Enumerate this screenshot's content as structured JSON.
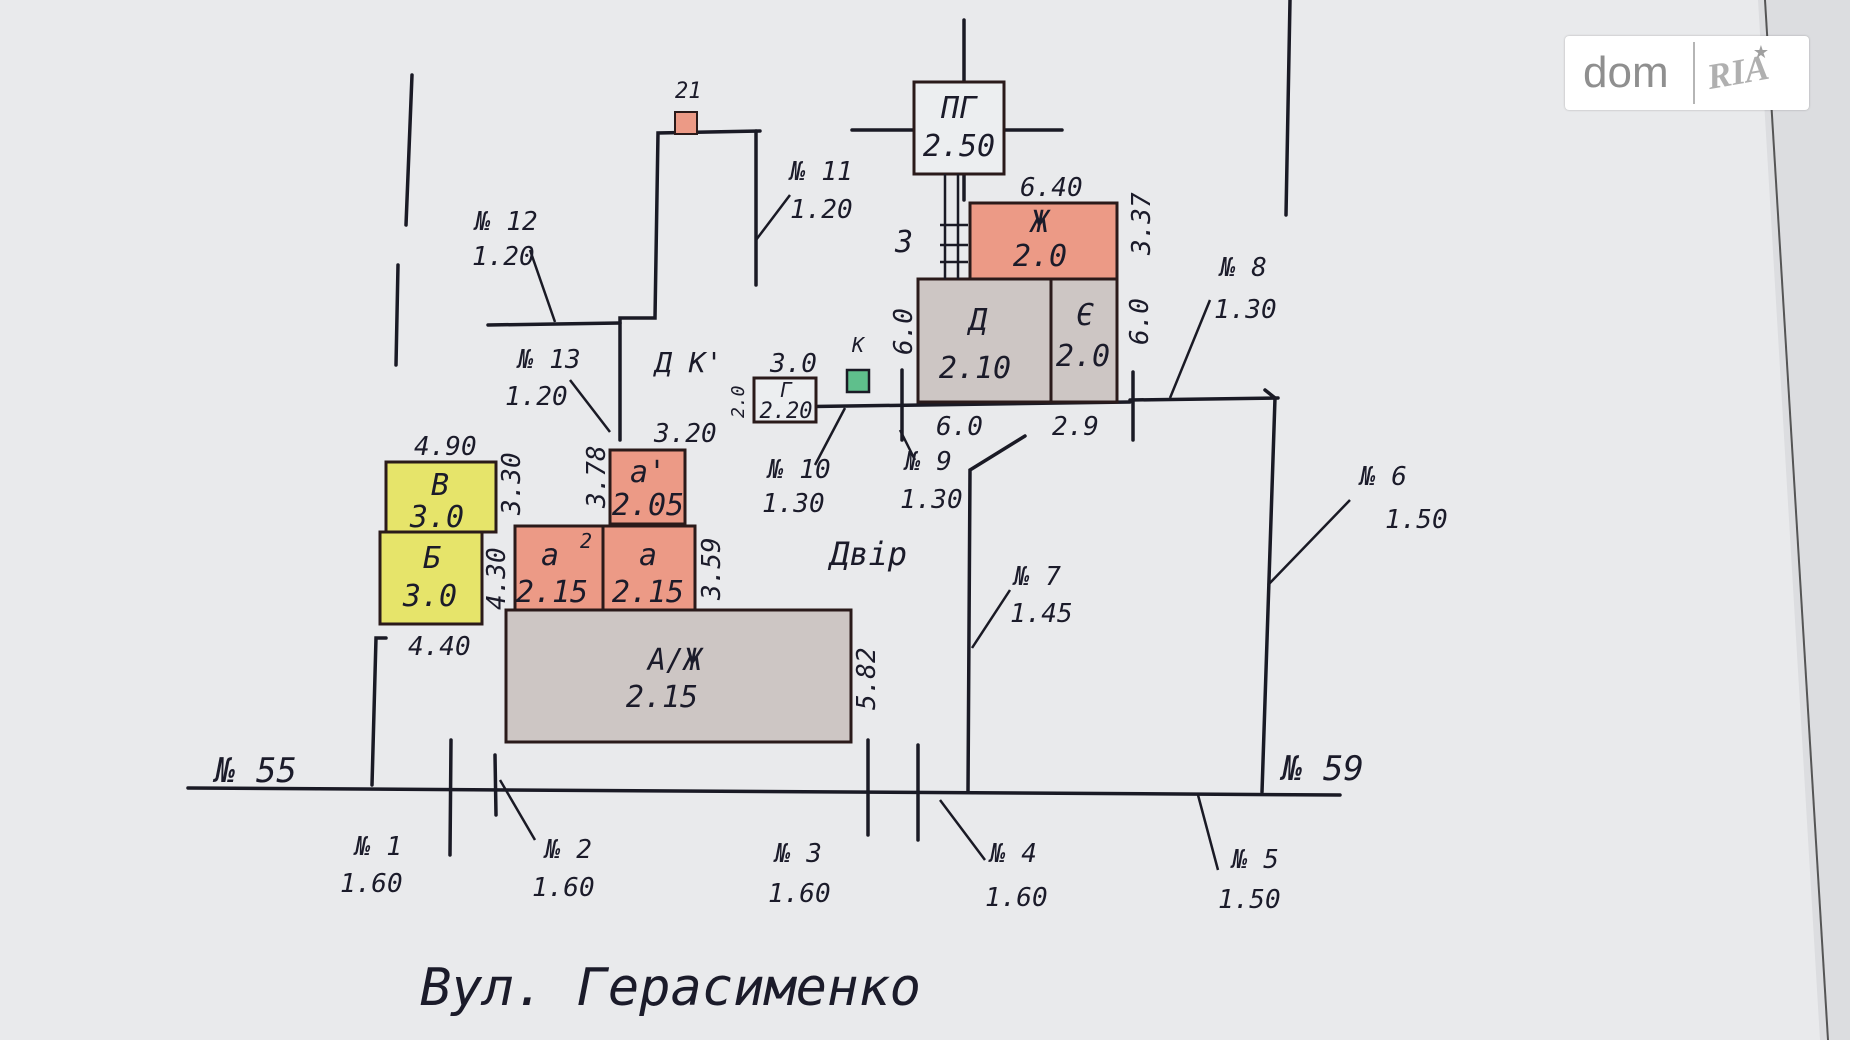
{
  "watermark": {
    "text_dom": "dom",
    "text_ria": "RIA"
  },
  "street": "Вул. Герасименко",
  "labels": {
    "neighbor_left": "№ 55",
    "neighbor_right": "№ 59",
    "yard": "Двір",
    "kitchen_yard": "Д К'",
    "marker_3": "3",
    "marker_21": "21",
    "marker_k": "К"
  },
  "buildings": [
    {
      "id": "PG",
      "letter": "ПГ",
      "height": "2.50",
      "fill": "#eceef0"
    },
    {
      "id": "Zh",
      "letter": "Ж",
      "height": "2.0",
      "fill": "#ec9a86"
    },
    {
      "id": "D",
      "letter": "Д",
      "height": "2.10",
      "fill": "#cdc6c4"
    },
    {
      "id": "E",
      "letter": "Є",
      "height": "2.0",
      "fill": "#cdc6c4"
    },
    {
      "id": "G",
      "letter": "Г",
      "height": "2.20",
      "fill": "#eceef0"
    },
    {
      "id": "V",
      "letter": "В",
      "height": "3.0",
      "fill": "#e6e46a"
    },
    {
      "id": "B",
      "letter": "Б",
      "height": "3.0",
      "fill": "#e6e46a"
    },
    {
      "id": "a1",
      "letter": "а'",
      "height": "2.05",
      "fill": "#ec9a86"
    },
    {
      "id": "a_left",
      "letter": "а",
      "height": "2.15",
      "fill": "#ec9a86"
    },
    {
      "id": "a_right",
      "letter": "а",
      "height": "2.15",
      "fill": "#ec9a86"
    },
    {
      "id": "A",
      "letter": "А/Ж",
      "height": "2.15",
      "fill": "#cdc6c4"
    }
  ],
  "dimensions": {
    "zh_width": "6.40",
    "zh_depth": "3.37",
    "d_depth_left": "6.0",
    "e_depth_right": "6.0",
    "d_width": "6.0",
    "e_width": "2.9",
    "g_width": "3.0",
    "g_depth": "2.0",
    "v_width": "4.90",
    "v_depth": "3.30",
    "b_depth": "4.30",
    "b_width": "4.40",
    "a1_width": "3.20",
    "a1_depth": "3.78",
    "a_depth": "3.59",
    "main_depth": "5.82",
    "small_2": "2"
  },
  "fences": [
    {
      "id": "n1",
      "label": "№ 1",
      "height": "1.60"
    },
    {
      "id": "n2",
      "label": "№ 2",
      "height": "1.60"
    },
    {
      "id": "n3",
      "label": "№ 3",
      "height": "1.60"
    },
    {
      "id": "n4",
      "label": "№ 4",
      "height": "1.60"
    },
    {
      "id": "n5",
      "label": "№ 5",
      "height": "1.50"
    },
    {
      "id": "n6",
      "label": "№ 6",
      "height": "1.50"
    },
    {
      "id": "n7",
      "label": "№ 7",
      "height": "1.45"
    },
    {
      "id": "n8",
      "label": "№ 8",
      "height": "1.30"
    },
    {
      "id": "n9",
      "label": "№ 9",
      "height": "1.30"
    },
    {
      "id": "n10",
      "label": "№ 10",
      "height": "1.30"
    },
    {
      "id": "n11",
      "label": "№ 11",
      "height": "1.20"
    },
    {
      "id": "n12",
      "label": "№ 12",
      "height": "1.20"
    },
    {
      "id": "n13",
      "label": "№ 13",
      "height": "1.20"
    }
  ]
}
